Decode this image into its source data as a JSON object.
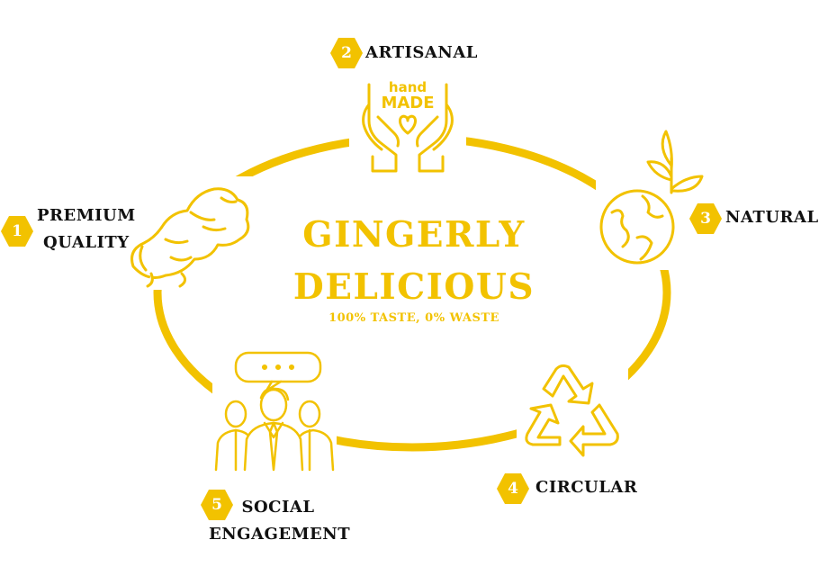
{
  "colors": {
    "accent": "#f2c200",
    "accent_dark": "#e5b300",
    "text": "#111111",
    "background": "#ffffff"
  },
  "center": {
    "title_line1": "GINGERLY",
    "title_line2": "DELICIOUS",
    "subtitle": "100% TASTE, 0% WASTE"
  },
  "pillars": [
    {
      "number": "1",
      "line1": "PREMIUM",
      "line2": "QUALITY",
      "icon": "ginger-root-icon"
    },
    {
      "number": "2",
      "line1": "ARTISANAL",
      "line2": "",
      "icon": "handmade-hands-icon"
    },
    {
      "number": "3",
      "line1": "NATURAL",
      "line2": "",
      "icon": "globe-sprout-icon"
    },
    {
      "number": "4",
      "line1": "CIRCULAR",
      "line2": "",
      "icon": "recycle-icon"
    },
    {
      "number": "5",
      "line1": "SOCIAL",
      "line2": "ENGAGEMENT",
      "icon": "people-talking-icon"
    }
  ],
  "handmade_icon_text": {
    "top": "hand",
    "bottom": "MADE"
  }
}
